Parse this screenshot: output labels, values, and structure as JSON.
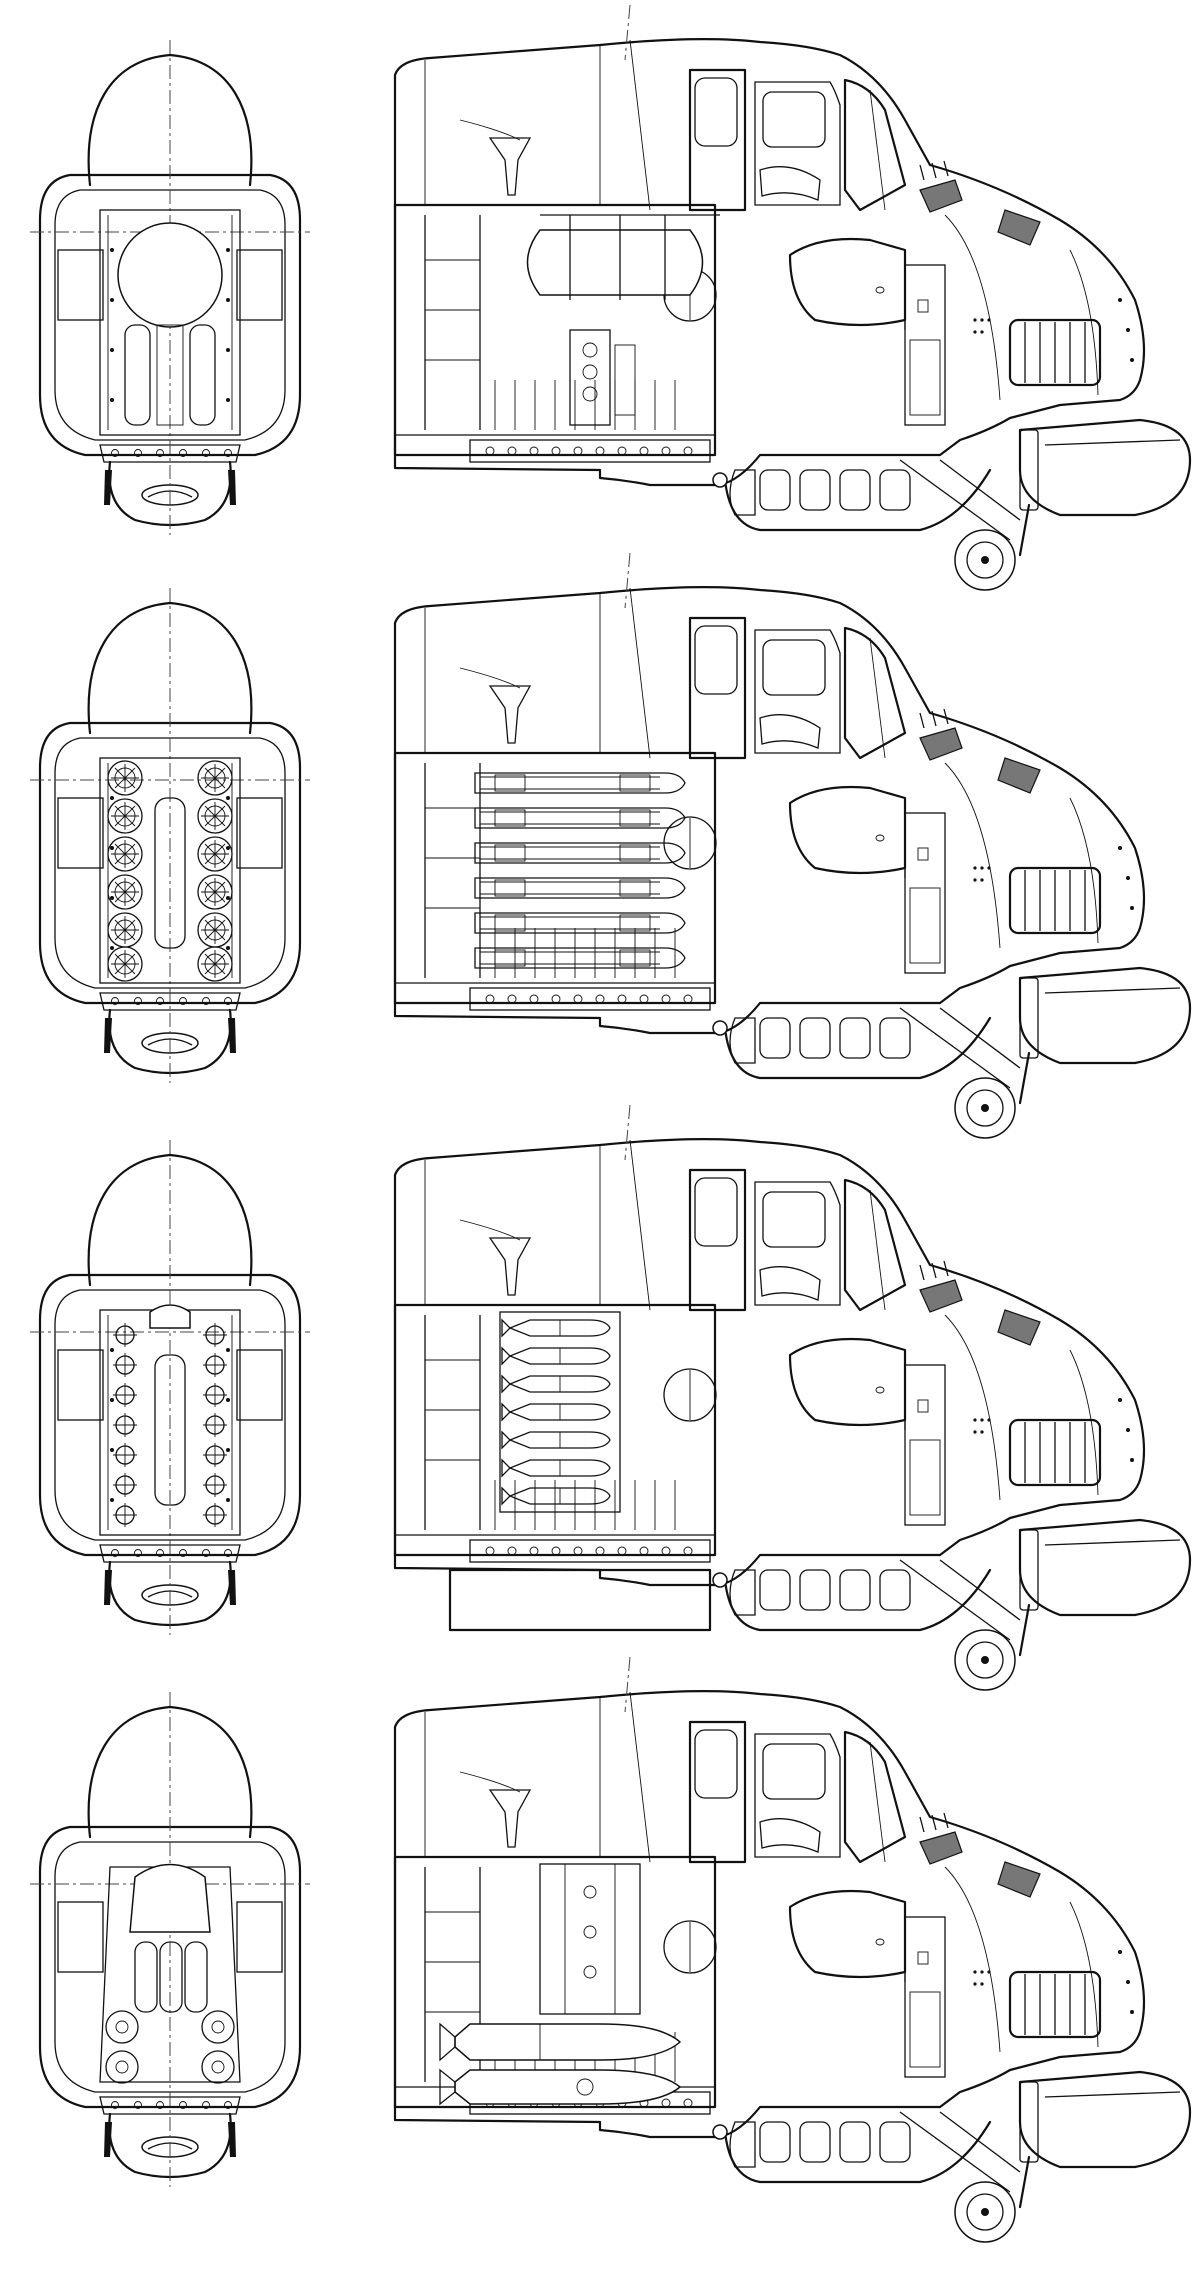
{
  "drawing": {
    "panels": [
      {
        "id": "variant-1",
        "ordinal": 1,
        "payload": "external-fuel-tanks"
      },
      {
        "id": "variant-2",
        "ordinal": 2,
        "payload": "rocket-pod-launchers"
      },
      {
        "id": "variant-3",
        "ordinal": 3,
        "payload": "bomb-rack-cluster"
      },
      {
        "id": "variant-4",
        "ordinal": 4,
        "payload": "heavy-bombs-and-torpedo"
      }
    ],
    "colors": {
      "ink": "#111111",
      "paper": "#ffffff",
      "mesh": "#777777"
    }
  }
}
